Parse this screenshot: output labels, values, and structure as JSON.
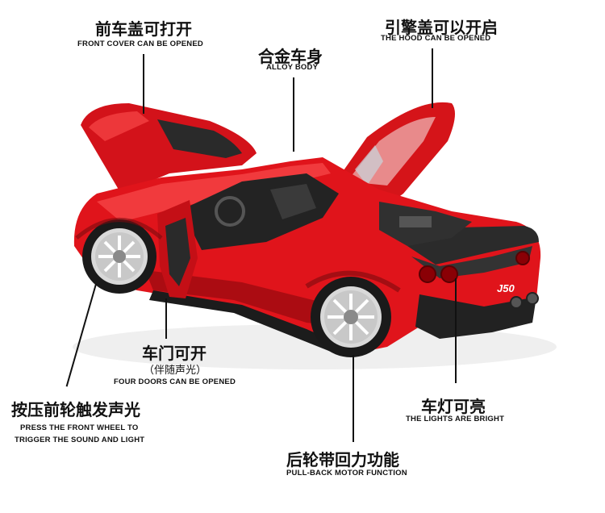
{
  "annotations": {
    "front_cover": {
      "cn": "前车盖可打开",
      "en": "FRONT COVER CAN BE OPENED"
    },
    "alloy_body": {
      "cn": "合金车身",
      "en": "ALLOY BODY"
    },
    "hood": {
      "cn": "引擎盖可以开启",
      "en": "THE HOOD CAN BE OPENED"
    },
    "doors": {
      "cn": "车门可开",
      "cn_sub": "（伴随声光）",
      "en": "FOUR DOORS CAN BE OPENED"
    },
    "front_wheel": {
      "cn": "按压前轮触发声光",
      "en_line1": "PRESS THE FRONT WHEEL TO",
      "en_line2": "TRIGGER THE SOUND AND LIGHT"
    },
    "lights": {
      "cn": "车灯可亮",
      "en": "THE LIGHTS ARE BRIGHT"
    },
    "pullback": {
      "cn": "后轮带回力功能",
      "en": "PULL-BACK MOTOR FUNCTION"
    }
  },
  "car": {
    "badge": "J50",
    "colors": {
      "body": "#e0141b",
      "body_dark": "#9e0a10",
      "body_light": "#ff4a4a",
      "carbon": "#2b2b2b",
      "rim": "#d9d9d9",
      "tire": "#1a1a1a"
    }
  }
}
